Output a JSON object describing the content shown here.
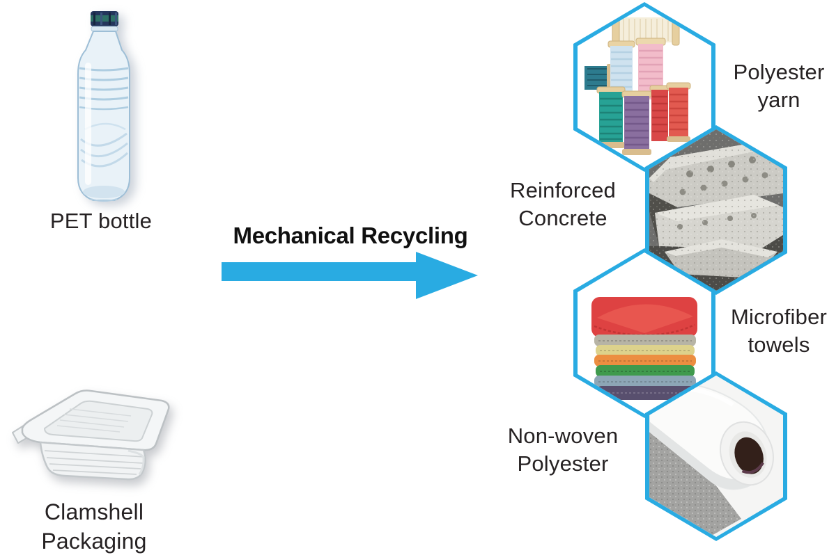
{
  "diagram": {
    "accent_color": "#29abe2",
    "text_color": "#262223",
    "inputs": [
      {
        "id": "pet-bottle",
        "label": "PET bottle",
        "icon": "pet-bottle-photo"
      },
      {
        "id": "clamshell-packaging",
        "label": "Clamshell\nPackaging",
        "icon": "clamshell-container-photo"
      }
    ],
    "process": {
      "label": "Mechanical Recycling",
      "arrow_icon": "right-arrow-icon",
      "arrow_color": "#29abe2"
    },
    "outputs": [
      {
        "id": "polyester-yarn",
        "label": "Polyester\nyarn",
        "icon": "yarn-spools-photo",
        "label_side": "right"
      },
      {
        "id": "reinforced-concrete",
        "label": "Reinforced\nConcrete",
        "icon": "concrete-blocks-photo",
        "label_side": "left"
      },
      {
        "id": "microfiber-towels",
        "label": "Microfiber\ntowels",
        "icon": "microfiber-towels-photo",
        "label_side": "right"
      },
      {
        "id": "non-woven-polyester",
        "label": "Non-woven\nPolyester",
        "icon": "nonwoven-roll-photo",
        "label_side": "left"
      }
    ]
  }
}
